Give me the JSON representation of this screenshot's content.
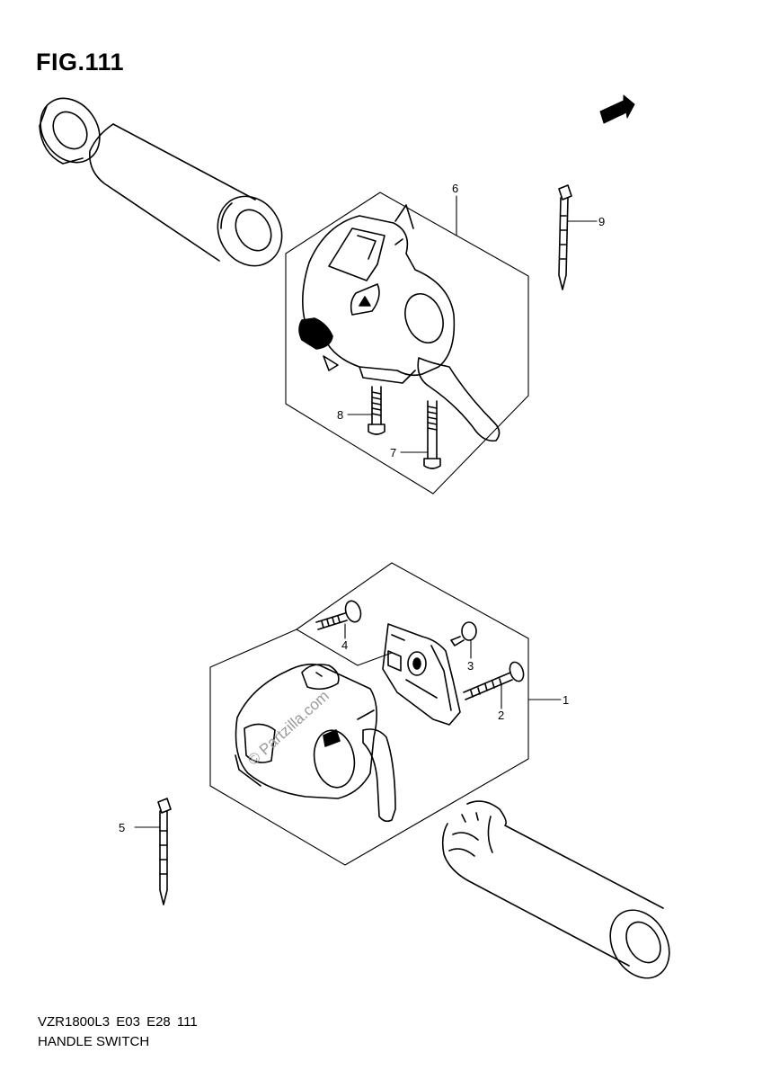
{
  "figure_title": "FIG.111",
  "footer": {
    "model_code": "VZR1800L3  E03  E28  111",
    "section_name": "HANDLE SWITCH"
  },
  "direction_badge": "FWD",
  "watermark": "© Partzilla.com",
  "callouts": {
    "c1": "1",
    "c2": "2",
    "c3": "3",
    "c4": "4",
    "c5": "5",
    "c6": "6",
    "c7": "7",
    "c8": "8",
    "c9": "9"
  }
}
